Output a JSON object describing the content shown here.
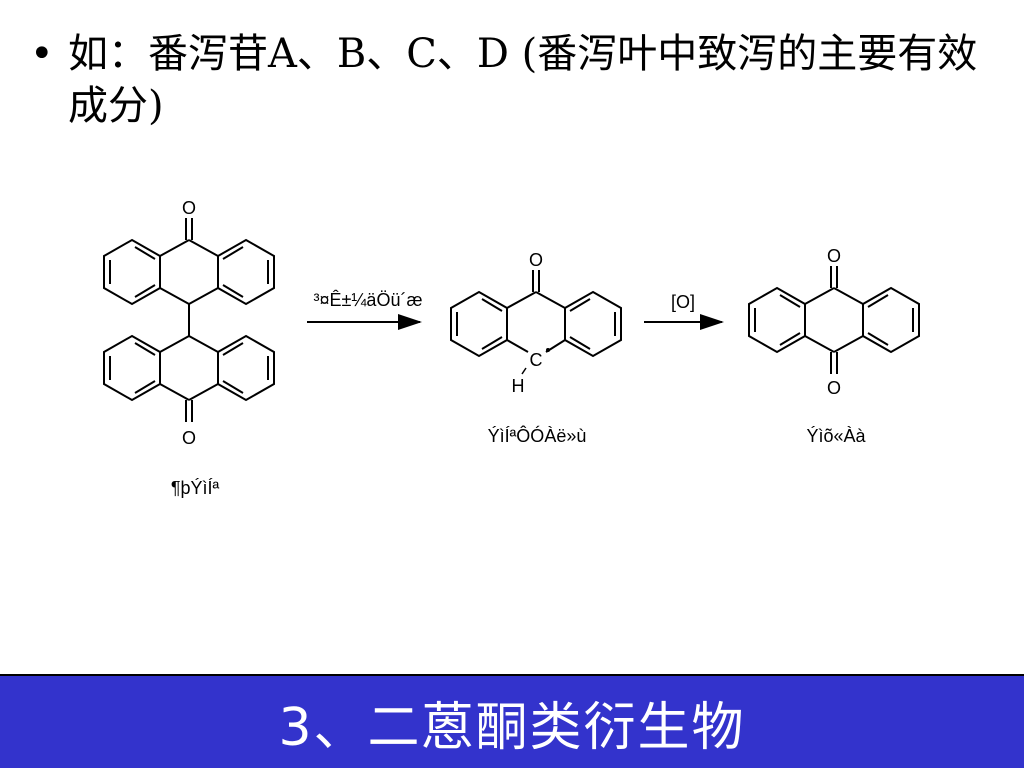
{
  "bullet": {
    "marker": "•",
    "text": "如：番泻苷A、B、C、D (番泻叶中致泻的主要有效成分)"
  },
  "diagram": {
    "reaction_label": "³¤Ê±¼äÖü´æ",
    "oxidation_label": "[O]",
    "compound1_caption": "¶þÝìÍª",
    "compound2_caption": "ÝìÍªÔÓÀë»ù",
    "compound3_caption": "Ýìõ«Àà",
    "oxygen": "O",
    "carbon_radical": "C",
    "hydrogen": "H"
  },
  "footer": {
    "title": "3、二蒽酮类衍生物",
    "background": "#3333cc"
  }
}
